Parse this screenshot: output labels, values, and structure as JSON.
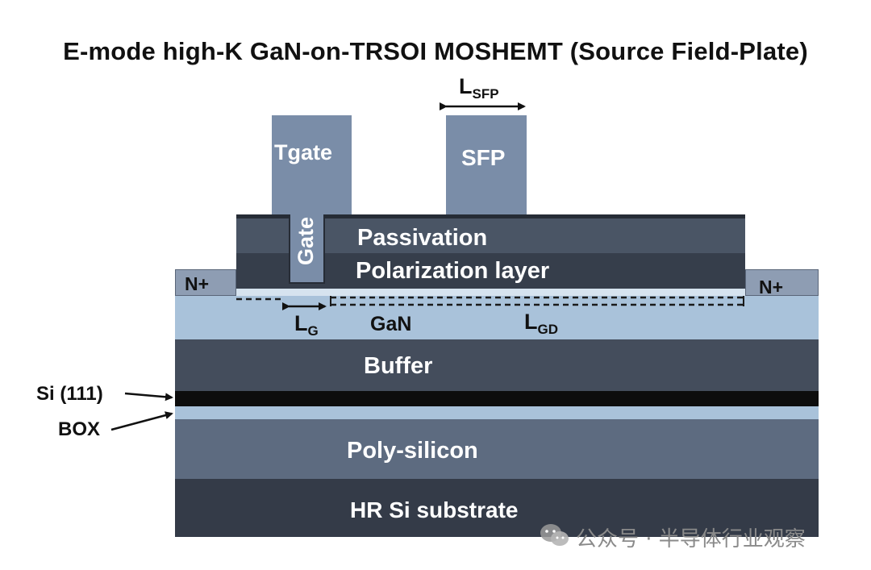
{
  "title": "E-mode high-K GaN-on-TRSOI MOSHEMT (Source Field-Plate)",
  "labels": {
    "tgate": "Tgate",
    "gate": "Gate",
    "sfp": "SFP",
    "lsfp_main": "L",
    "lsfp_sub": "SFP",
    "passivation": "Passivation",
    "polarization": "Polarization layer",
    "n_plus_left": "N+",
    "n_plus_right": "N+",
    "lg_main": "L",
    "lg_sub": "G",
    "gan": "GaN",
    "lgd_main": "L",
    "lgd_sub": "GD",
    "buffer": "Buffer",
    "si111": "Si (111)",
    "box": "BOX",
    "polysilicon": "Poly-silicon",
    "substrate": "HR Si substrate"
  },
  "watermark": "公众号 · 半导体行业观察",
  "colors": {
    "gate_metal": "#7a8da8",
    "passivation": "#4a5565",
    "polarization": "#363e4b",
    "n_plus": "#8e9db3",
    "gan": "#a9c2da",
    "buffer": "#444d5c",
    "si111": "#0d0d0d",
    "box": "#a9c2da",
    "polysilicon": "#5d6b80",
    "substrate": "#343b48"
  }
}
